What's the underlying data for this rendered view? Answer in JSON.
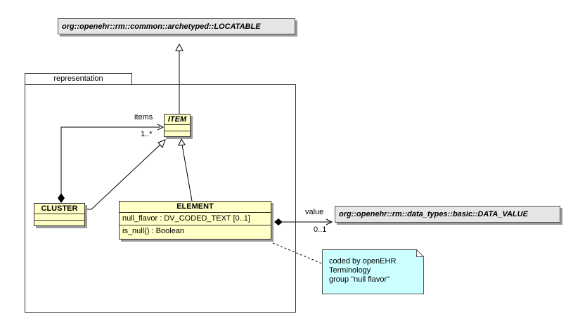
{
  "locatable": {
    "name": "org::openehr::rm::common::archetyped::LOCATABLE"
  },
  "package": {
    "name": "representation"
  },
  "item": {
    "name": "ITEM"
  },
  "cluster": {
    "name": "CLUSTER"
  },
  "element": {
    "name": "ELEMENT",
    "attribute": "null_flavor : DV_CODED_TEXT [0..1]",
    "operation": "is_null() : Boolean"
  },
  "data_value": {
    "name": "org::openehr::rm::data_types::basic::DATA_VALUE"
  },
  "assoc_items": {
    "role": "items",
    "multiplicity": "1..*"
  },
  "assoc_value": {
    "role": "value",
    "multiplicity": "0..1"
  },
  "note": {
    "lines": [
      "coded by openEHR",
      "Terminology",
      "group \"null flavor\""
    ]
  },
  "colors": {
    "class_fill": "#ffffc6",
    "external_fill": "#e6e6e6",
    "note_fill": "#ccffff",
    "shadow": "#9a9a9a"
  }
}
